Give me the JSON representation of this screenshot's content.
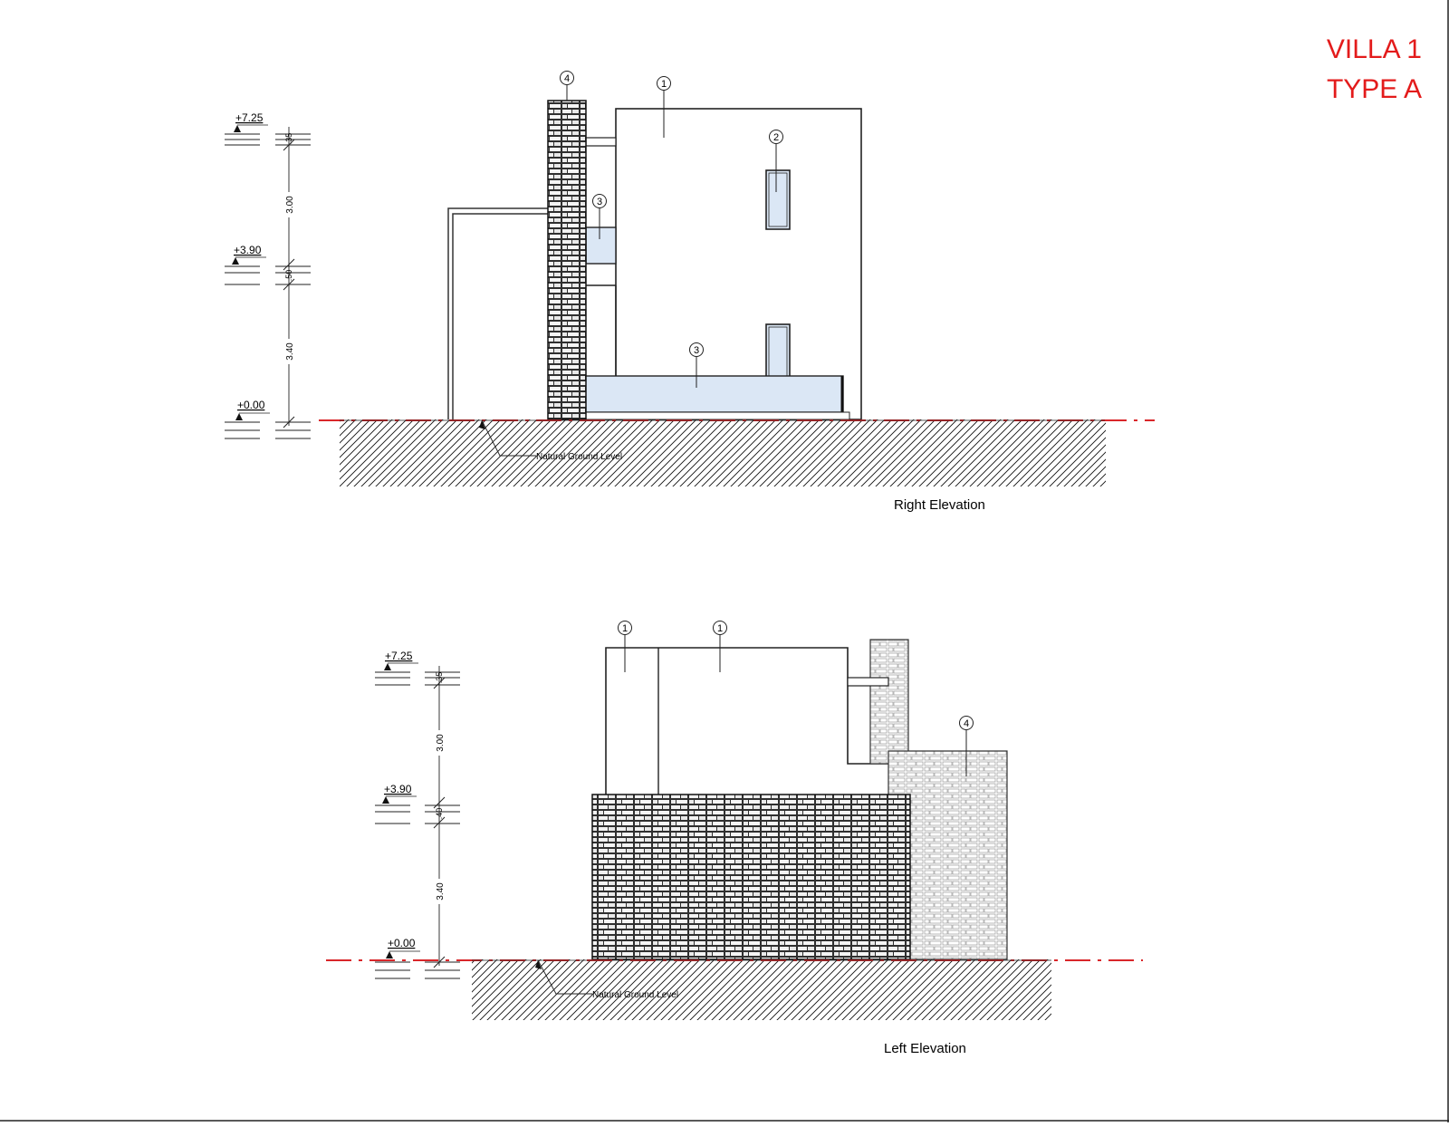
{
  "sheet": {
    "title_line1": "VILLA 1",
    "title_line2": "TYPE A",
    "title_color": "#e31b1b",
    "ground_line_color": "#d9262a"
  },
  "right_elevation": {
    "caption": "Right Elevation",
    "levels": [
      "+7.25",
      "+3.90",
      "+0.00"
    ],
    "dimensions": [
      "3.00",
      "3.40",
      ".35",
      ".50"
    ],
    "tags": [
      "1",
      "2",
      "3",
      "3",
      "4"
    ],
    "ground_note": "Natural Ground Level"
  },
  "left_elevation": {
    "caption": "Left Elevation",
    "levels": [
      "+7.25",
      "+3.90",
      "+0.00"
    ],
    "dimensions": [
      "3.00",
      "3.40",
      ".35",
      ".40"
    ],
    "tags": [
      "1",
      "1",
      "4"
    ],
    "ground_note": "Natural Ground Level"
  }
}
